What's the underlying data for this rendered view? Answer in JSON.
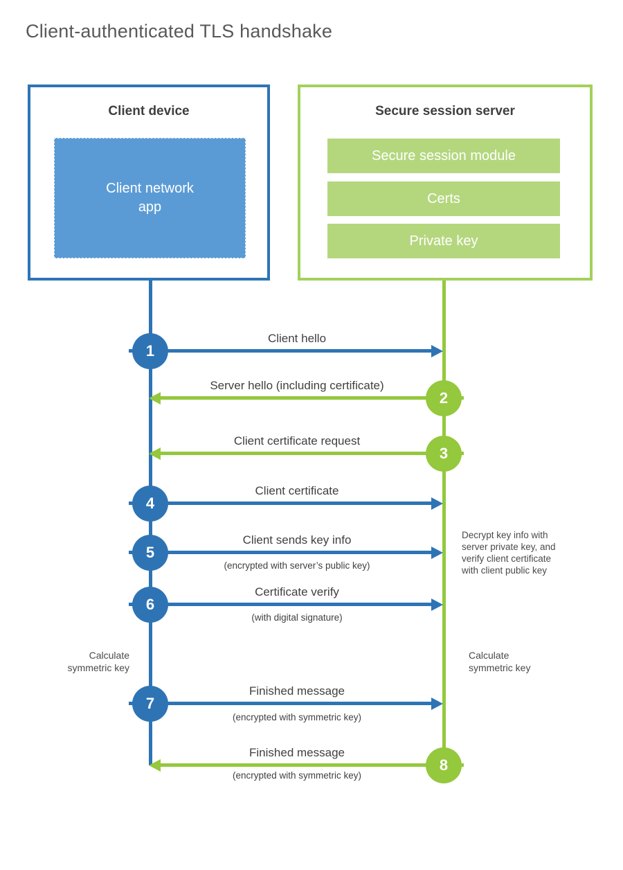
{
  "title": "Client-authenticated TLS handshake",
  "client_box": {
    "title": "Client device",
    "app": "Client network\napp"
  },
  "server_box": {
    "title": "Secure session server",
    "modules": [
      "Secure session module",
      "Certs",
      "Private key"
    ]
  },
  "steps": [
    {
      "num": "1",
      "label": "Client hello",
      "direction": "client-to-server"
    },
    {
      "num": "2",
      "label": "Server hello (including certificate)",
      "direction": "server-to-client"
    },
    {
      "num": "3",
      "label": "Client certificate request",
      "direction": "server-to-client"
    },
    {
      "num": "4",
      "label": "Client certificate",
      "direction": "client-to-server"
    },
    {
      "num": "5",
      "label": "Client sends key info",
      "sub": "(encrypted with server’s public key)",
      "direction": "client-to-server"
    },
    {
      "num": "6",
      "label": "Certificate verify",
      "sub": "(with digital signature)",
      "direction": "client-to-server"
    },
    {
      "num": "7",
      "label": "Finished message",
      "sub": "(encrypted with symmetric key)",
      "direction": "client-to-server"
    },
    {
      "num": "8",
      "label": "Finished message",
      "sub": "(encrypted with symmetric key)",
      "direction": "server-to-client"
    }
  ],
  "notes": {
    "decrypt": "Decrypt key info with\nserver private key, and\nverify client certificate\nwith client public key",
    "calculate_left": "Calculate\nsymmetric key",
    "calculate_right": "Calculate\nsymmetric key"
  },
  "colors": {
    "blue": "#2e74b5",
    "blue_light": "#5b9bd5",
    "green": "#94c83d",
    "green_border": "#a3d05c",
    "green_light": "#b4d77e",
    "title_text": "#595959",
    "label_text": "#404040"
  }
}
